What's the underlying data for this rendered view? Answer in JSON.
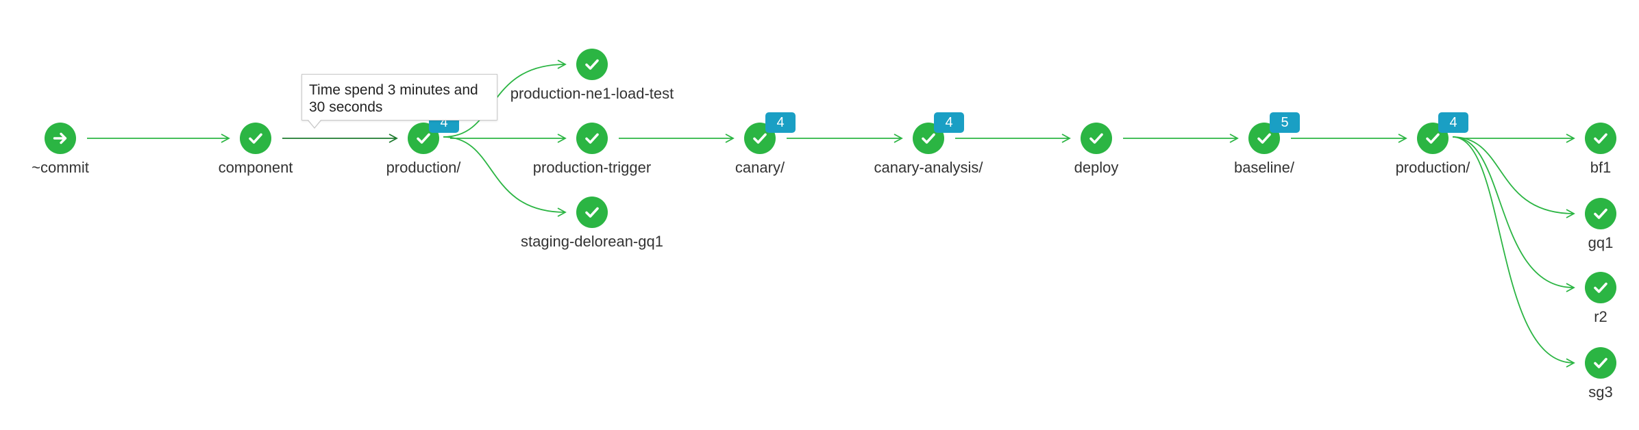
{
  "colors": {
    "success": "#2bb543",
    "edge": "#2bb543",
    "edge_active": "#1d7a2e",
    "badge": "#1a9fc4",
    "label": "#333333"
  },
  "tooltip": {
    "text": "Time spend 3 minutes and 30 seconds"
  },
  "nodes": [
    {
      "id": "commit",
      "label": "~commit",
      "icon": "arrow-right-icon",
      "status": "started"
    },
    {
      "id": "component",
      "label": "component",
      "icon": "check-icon",
      "status": "success"
    },
    {
      "id": "production-1",
      "label": "production/",
      "icon": "check-icon",
      "status": "success",
      "badge": "4"
    },
    {
      "id": "production-ne1-load-test",
      "label": "production-ne1-load-test",
      "icon": "check-icon",
      "status": "success"
    },
    {
      "id": "production-trigger",
      "label": "production-trigger",
      "icon": "check-icon",
      "status": "success"
    },
    {
      "id": "staging-delorean-gq1",
      "label": "staging-delorean-gq1",
      "icon": "check-icon",
      "status": "success"
    },
    {
      "id": "canary",
      "label": "canary/",
      "icon": "check-icon",
      "status": "success",
      "badge": "4"
    },
    {
      "id": "canary-analysis",
      "label": "canary-analysis/",
      "icon": "check-icon",
      "status": "success",
      "badge": "4"
    },
    {
      "id": "deploy",
      "label": "deploy",
      "icon": "check-icon",
      "status": "success"
    },
    {
      "id": "baseline",
      "label": "baseline/",
      "icon": "check-icon",
      "status": "success",
      "badge": "5"
    },
    {
      "id": "production-2",
      "label": "production/",
      "icon": "check-icon",
      "status": "success",
      "badge": "4"
    },
    {
      "id": "bf1",
      "label": "bf1",
      "icon": "check-icon",
      "status": "success"
    },
    {
      "id": "gq1",
      "label": "gq1",
      "icon": "check-icon",
      "status": "success"
    },
    {
      "id": "r2",
      "label": "r2",
      "icon": "check-icon",
      "status": "success"
    },
    {
      "id": "sg3",
      "label": "sg3",
      "icon": "check-icon",
      "status": "success"
    }
  ],
  "edges": [
    {
      "from": "commit",
      "to": "component"
    },
    {
      "from": "component",
      "to": "production-1",
      "highlighted": true
    },
    {
      "from": "production-1",
      "to": "production-ne1-load-test"
    },
    {
      "from": "production-1",
      "to": "production-trigger"
    },
    {
      "from": "production-1",
      "to": "staging-delorean-gq1"
    },
    {
      "from": "production-trigger",
      "to": "canary"
    },
    {
      "from": "canary",
      "to": "canary-analysis"
    },
    {
      "from": "canary-analysis",
      "to": "deploy"
    },
    {
      "from": "deploy",
      "to": "baseline"
    },
    {
      "from": "baseline",
      "to": "production-2"
    },
    {
      "from": "production-2",
      "to": "bf1"
    },
    {
      "from": "production-2",
      "to": "gq1"
    },
    {
      "from": "production-2",
      "to": "r2"
    },
    {
      "from": "production-2",
      "to": "sg3"
    }
  ]
}
